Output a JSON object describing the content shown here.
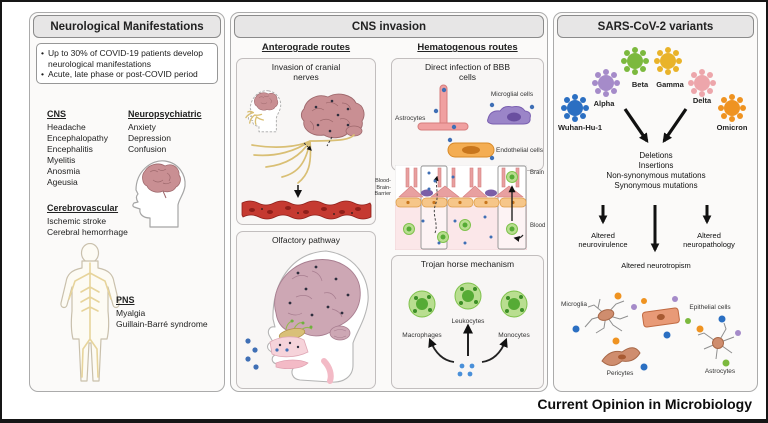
{
  "journal_note": "Current Opinion in Microbiology",
  "left_panel": {
    "title": "Neurological Manifestations",
    "bullet_char": "•",
    "bullets": [
      "Up to 30% of COVID-19 patients develop neurological manifestations",
      "Acute, late phase or post-COVID period"
    ],
    "cns": {
      "heading": "CNS",
      "items": [
        "Headache",
        "Encephalopathy",
        "Encephalitis",
        "Myelitis",
        "Anosmia",
        "Ageusia"
      ]
    },
    "neuropsychiatric": {
      "heading": "Neuropsychiatric",
      "items": [
        "Anxiety",
        "Depression",
        "Confusion"
      ]
    },
    "cerebrovascular": {
      "heading": "Cerebrovascular",
      "items": [
        "Ischemic stroke",
        "Cerebral hemorrhage"
      ]
    },
    "pns": {
      "heading": "PNS",
      "items": [
        "Myalgia",
        "Guillain-Barré syndrome"
      ]
    }
  },
  "middle_panel": {
    "title": "CNS invasion",
    "anterograde_heading": "Anterograde routes",
    "hematogenous_heading": "Hematogenous routes",
    "cranial_box_title": "Invasion of cranial nerves",
    "olfactory_box_title": "Olfactory pathway",
    "bbb_box_title": "Direct infection of BBB cells",
    "bbb_cell_labels": {
      "astrocytes": "Astrocytes",
      "microglial": "Microglial cells",
      "endothelial": "Endothelial cells"
    },
    "bbb_strip_labels": {
      "left_lines": [
        "Blood-",
        "Brain-",
        "Barrier"
      ],
      "brain": "Brain",
      "blood": "Blood"
    },
    "trojan_box_title": "Trojan horse mechanism",
    "trojan_cell_labels": {
      "macrophages": "Macrophages",
      "leukocytes": "Leukocytes",
      "monocytes": "Monocytes"
    }
  },
  "right_panel": {
    "title": "SARS-CoV-2 variants",
    "variants": [
      {
        "name": "Wuhan-Hu-1",
        "color": "#2b6fc2"
      },
      {
        "name": "Alpha",
        "color": "#a58bc9"
      },
      {
        "name": "Beta",
        "color": "#7cb93e"
      },
      {
        "name": "Gamma",
        "color": "#e9b32a"
      },
      {
        "name": "Delta",
        "color": "#eda6ab"
      },
      {
        "name": "Omicron",
        "color": "#ef9321"
      }
    ],
    "mutations": [
      "Deletions",
      "Insertions",
      "Non-synonymous mutations",
      "Synonymous mutations"
    ],
    "outcomes": {
      "left": "Altered neurovirulence",
      "center": "Altered neurotropism",
      "right": "Altered neuropathology"
    },
    "cell_labels": {
      "microglia": "Microglia",
      "epithelial": "Epithelial cells",
      "pericytes": "Pericytes",
      "astrocytes": "Astrocytes"
    }
  }
}
